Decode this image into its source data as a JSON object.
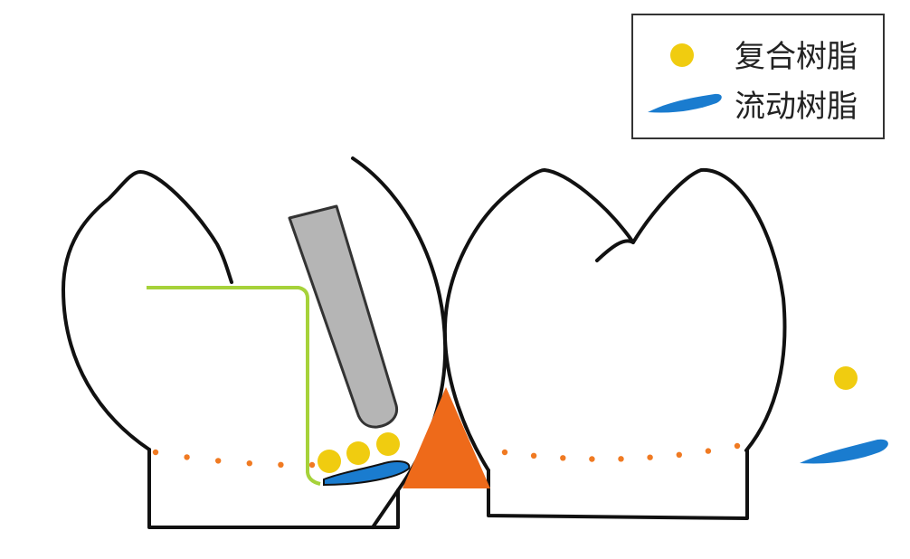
{
  "legend": {
    "items": [
      {
        "label": "复合树脂",
        "symbol": "dot"
      },
      {
        "label": "流动树脂",
        "symbol": "flow"
      }
    ]
  },
  "colors": {
    "composite_resin": "#f0cc10",
    "flowable_resin": "#1a7ccf",
    "wedge": "#ee6a1a",
    "matrix_band": "#a6d23a",
    "instrument": "#b5b5b5",
    "outline": "#111111",
    "gingival_line": "#f07a22"
  },
  "icons": [
    "composite-resin-dot-icon",
    "flowable-resin-swash-icon"
  ]
}
